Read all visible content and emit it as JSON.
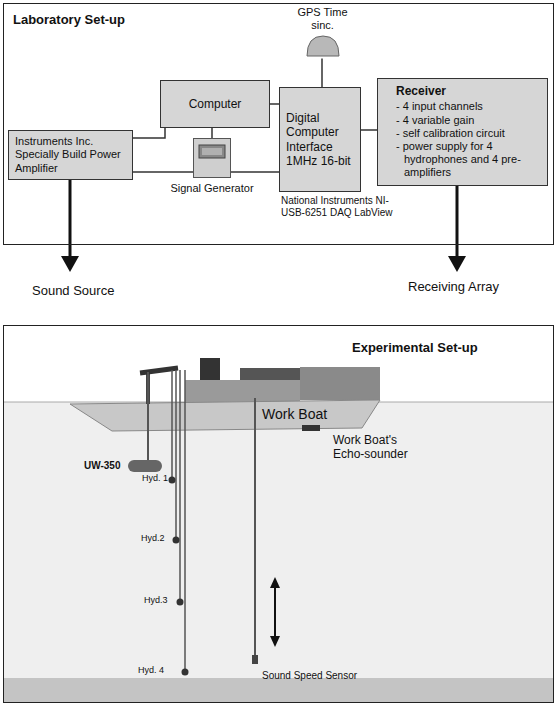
{
  "diagram": {
    "nodes": [
      {
        "text": [
          "Laboratory Set-up"
        ]
      },
      {
        "text": [
          "GPS Time sinc."
        ],
        "in": 0
      },
      {
        "text": [
          "Computer"
        ],
        "in": 0
      },
      {
        "text": [
          "Digital Computer Interface 1MHz 16-bit"
        ],
        "in": 0
      },
      {
        "text": [
          "Receiver",
          "- 4 input channels",
          "- 4 variable gain",
          "- self calibration circuit",
          "- power supply for 4 hydrophones and 4 pre-amplifiers"
        ],
        "in": 0
      },
      {
        "text": [
          "Instruments Inc. Specially Build Power Amplifier"
        ],
        "in": 0
      },
      {
        "text": [
          "Signal Generator"
        ],
        "in": 0
      },
      {
        "text": [
          "Experimental Set-up"
        ]
      }
    ],
    "edges": [
      {
        "from": 2,
        "to": 3,
        "arrow": "none"
      },
      {
        "from": 5,
        "to": 2,
        "arrow": "none"
      },
      {
        "from": 6,
        "to": 2,
        "arrow": "none"
      },
      {
        "from": 5,
        "to": 6,
        "arrow": "none"
      },
      {
        "from": 6,
        "to": 3,
        "arrow": "none"
      },
      {
        "from": 1,
        "to": 3,
        "arrow": "none"
      },
      {
        "from": 3,
        "to": 4,
        "arrow": "none"
      }
    ],
    "labels": [
      "National Instruments NI- USB-6251 DAQ LabView",
      "Sound Source",
      "Receiving Array",
      "Work Boat",
      "Work Boat's Echo-sounder",
      "UW-350",
      "Hyd. 1",
      "Hyd.2",
      "Hyd.3",
      "Hyd. 4",
      "Sound Speed Sensor"
    ]
  }
}
